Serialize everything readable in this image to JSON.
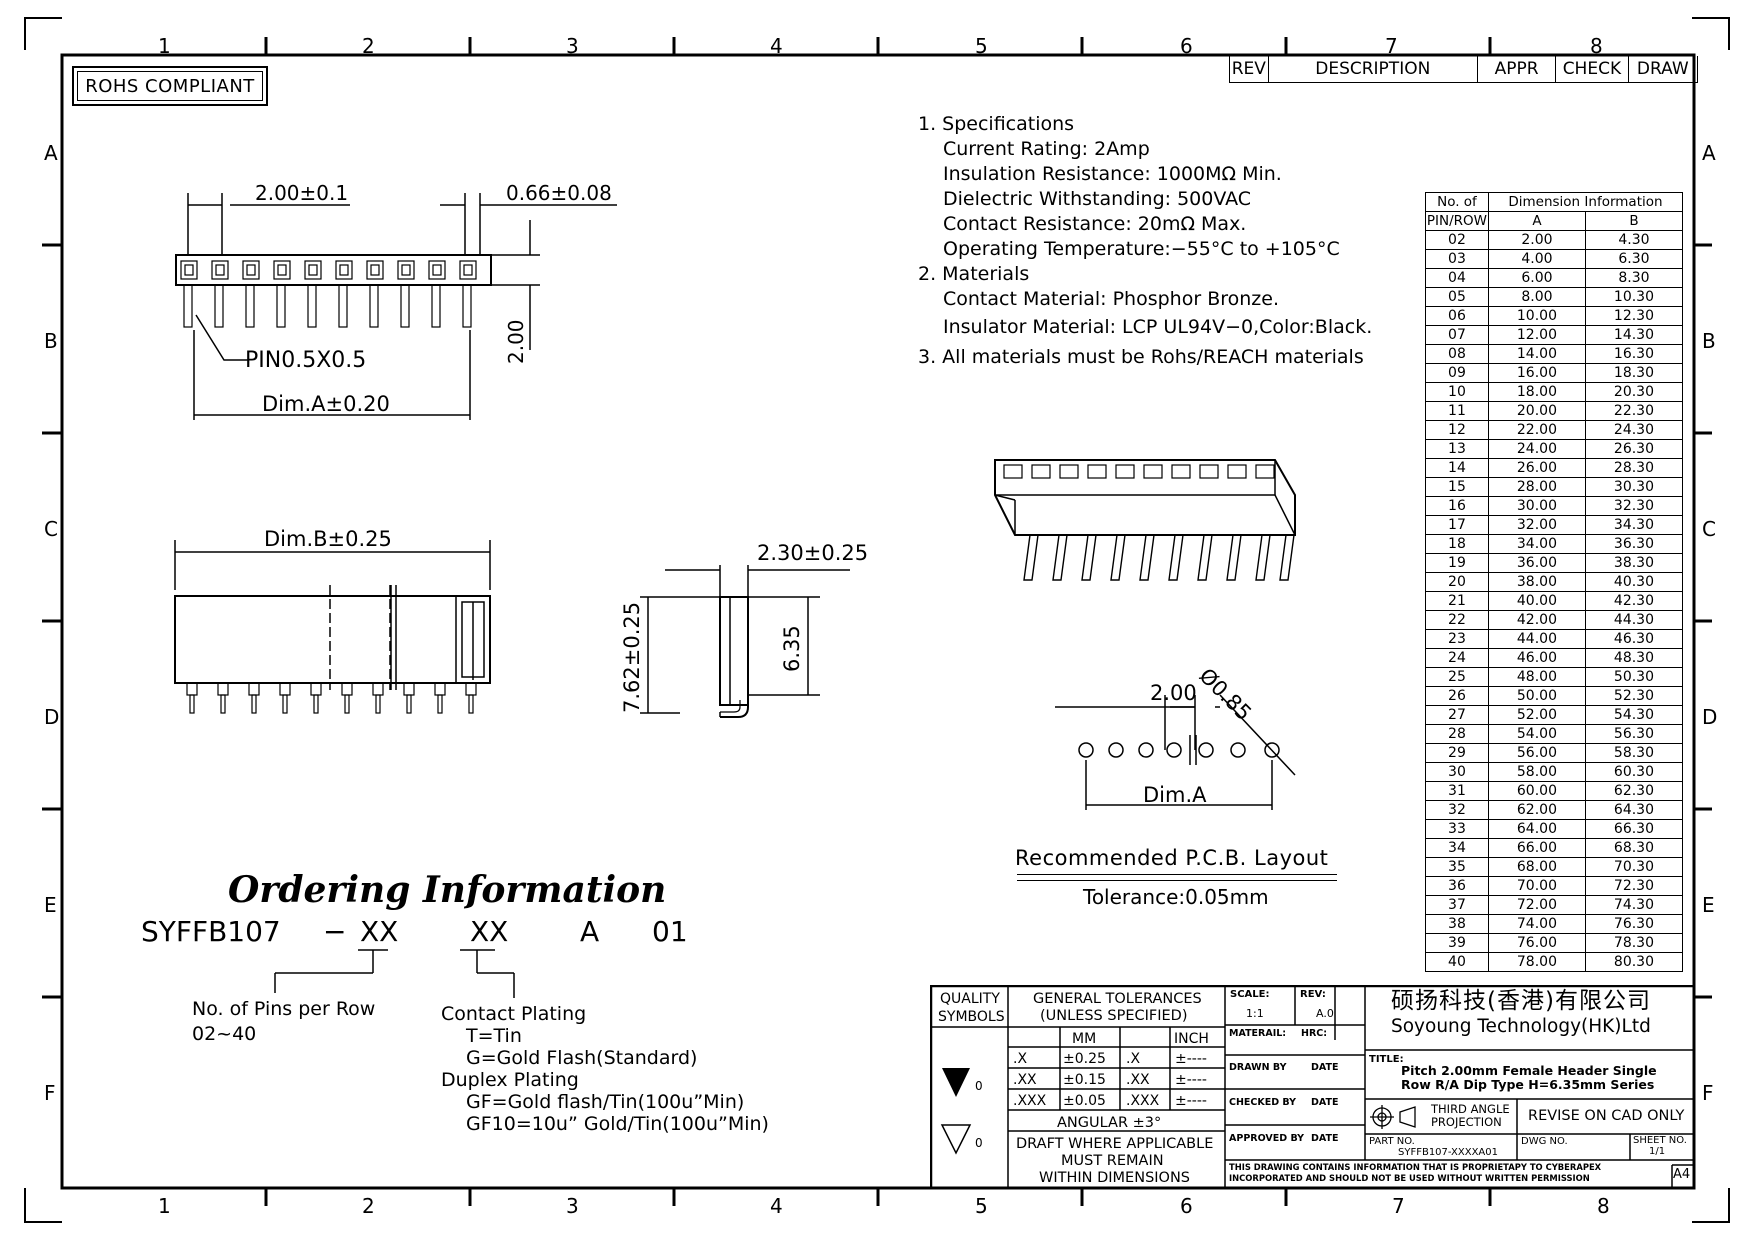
{
  "border": {
    "columns": [
      "1",
      "2",
      "3",
      "4",
      "5",
      "6",
      "7",
      "8"
    ],
    "rows": [
      "A",
      "B",
      "C",
      "D",
      "E",
      "F"
    ]
  },
  "rohs": "ROHS COMPLIANT",
  "revision_block": {
    "rev": "REV",
    "description": "DESCRIPTION",
    "appr": "APPR",
    "check": "CHECK",
    "draw": "DRAW"
  },
  "top_view": {
    "pitch": "2.00±0.1",
    "pin_width": "0.66±0.08",
    "height": "2.00",
    "pin_label": "PIN0.5X0.5",
    "dim_a": "Dim.A±0.20"
  },
  "front_view": {
    "dim_b": "Dim.B±0.25"
  },
  "side_view": {
    "depth": "2.30±0.25",
    "total_height": "7.62±0.25",
    "body_height": "6.35"
  },
  "specifications": {
    "heading1": "1. Specifications",
    "current": "Current Rating: 2Amp",
    "insulation": "Insulation Resistance: 1000MΩ Min.",
    "dielectric": "Dielectric Withstanding: 500VAC",
    "contact_res": "Contact Resistance: 20mΩ Max.",
    "temp": "Operating Temperature:−55°C to +105°C",
    "heading2": "2. Materials",
    "contact_mat": "Contact Material: Phosphor Bronze.",
    "insulator_mat": "Insulator Material: LCP UL94V−0,Color:Black.",
    "heading3": "3. All materials must be Rohs/REACH materials"
  },
  "pcb_layout": {
    "pitch": "2.00",
    "hole": "Ø0.85",
    "dim_a": "Dim.A",
    "title": "Recommended P.C.B. Layout",
    "tolerance": "Tolerance:0.05mm"
  },
  "dimension_table": {
    "col1_line1": "No. of",
    "col1_line2": "PIN/ROW",
    "group_header": "Dimension Information",
    "col_a": "A",
    "col_b": "B",
    "rows": [
      [
        "02",
        "2.00",
        "4.30"
      ],
      [
        "03",
        "4.00",
        "6.30"
      ],
      [
        "04",
        "6.00",
        "8.30"
      ],
      [
        "05",
        "8.00",
        "10.30"
      ],
      [
        "06",
        "10.00",
        "12.30"
      ],
      [
        "07",
        "12.00",
        "14.30"
      ],
      [
        "08",
        "14.00",
        "16.30"
      ],
      [
        "09",
        "16.00",
        "18.30"
      ],
      [
        "10",
        "18.00",
        "20.30"
      ],
      [
        "11",
        "20.00",
        "22.30"
      ],
      [
        "12",
        "22.00",
        "24.30"
      ],
      [
        "13",
        "24.00",
        "26.30"
      ],
      [
        "14",
        "26.00",
        "28.30"
      ],
      [
        "15",
        "28.00",
        "30.30"
      ],
      [
        "16",
        "30.00",
        "32.30"
      ],
      [
        "17",
        "32.00",
        "34.30"
      ],
      [
        "18",
        "34.00",
        "36.30"
      ],
      [
        "19",
        "36.00",
        "38.30"
      ],
      [
        "20",
        "38.00",
        "40.30"
      ],
      [
        "21",
        "40.00",
        "42.30"
      ],
      [
        "22",
        "42.00",
        "44.30"
      ],
      [
        "23",
        "44.00",
        "46.30"
      ],
      [
        "24",
        "46.00",
        "48.30"
      ],
      [
        "25",
        "48.00",
        "50.30"
      ],
      [
        "26",
        "50.00",
        "52.30"
      ],
      [
        "27",
        "52.00",
        "54.30"
      ],
      [
        "28",
        "54.00",
        "56.30"
      ],
      [
        "29",
        "56.00",
        "58.30"
      ],
      [
        "30",
        "58.00",
        "60.30"
      ],
      [
        "31",
        "60.00",
        "62.30"
      ],
      [
        "32",
        "62.00",
        "64.30"
      ],
      [
        "33",
        "64.00",
        "66.30"
      ],
      [
        "34",
        "66.00",
        "68.30"
      ],
      [
        "35",
        "68.00",
        "70.30"
      ],
      [
        "36",
        "70.00",
        "72.30"
      ],
      [
        "37",
        "72.00",
        "74.30"
      ],
      [
        "38",
        "74.00",
        "76.30"
      ],
      [
        "39",
        "76.00",
        "78.30"
      ],
      [
        "40",
        "78.00",
        "80.30"
      ]
    ]
  },
  "ordering": {
    "title": "Ordering Information",
    "part": "SYFFB107",
    "dash": "−",
    "xx1": "XX",
    "xx2": "XX",
    "a": "A",
    "n01": "01",
    "pins_label": "No. of Pins per Row",
    "pins_range": "02~40",
    "plating_label": "Contact Plating",
    "p_t": "T=Tin",
    "p_g": "G=Gold Flash(Standard)",
    "duplex": "Duplex Plating",
    "p_gf": "GF=Gold flash/Tin(100u”Min)",
    "p_gf10": "GF10=10u” Gold/Tin(100u”Min)"
  },
  "title_block": {
    "quality": "QUALITY",
    "symbols": "SYMBOLS",
    "sym1": "0",
    "sym2": "0",
    "gen_tol": "GENERAL TOLERANCES",
    "unless": "(UNLESS SPECIFIED)",
    "mm": "MM",
    "inch": "INCH",
    "tol_rows": [
      [
        ".X",
        "±0.25",
        ".X",
        "±----"
      ],
      [
        ".XX",
        "±0.15",
        ".XX",
        "±----"
      ],
      [
        ".XXX",
        "±0.05",
        ".XXX",
        "±----"
      ]
    ],
    "angular": "ANGULAR ±3°",
    "draft1": "DRAFT WHERE APPLICABLE",
    "draft2": "MUST REMAIN",
    "draft3": "WITHIN DIMENSIONS",
    "scale_label": "SCALE:",
    "scale": "1:1",
    "rev_label": "REV:",
    "rev": "A.0",
    "material": "MATERAIL:",
    "hrc": "HRC:",
    "drawn": "DRAWN BY",
    "checked": "CHECKED BY",
    "approved": "APPROVED BY",
    "date": "DATE",
    "company_cn": "硕扬科技(香港)有限公司",
    "company_en": "Soyoung Technology(HK)Ltd",
    "title_label": "TITLE:",
    "title1": "Pitch 2.00mm Female Header Single",
    "title2": "Row R/A Dip Type H=6.35mm Series",
    "third_angle1": "THIRD ANGLE",
    "third_angle2": "PROJECTION",
    "revise": "REVISE ON CAD ONLY",
    "part_label": "PART NO.",
    "part_no": "SYFFB107-XXXXA01",
    "dwg_label": "DWG NO.",
    "sheet_label": "SHEET NO.",
    "sheet": "1/1",
    "notice1": "THIS DRAWING CONTAINS INFORMATION THAT IS PROPRIETAPY TO CYBERAPEX",
    "notice2": "INCORPORATED AND SHOULD NOT BE USED WITHOUT WRITTEN PERMISSION",
    "size": "A4"
  }
}
